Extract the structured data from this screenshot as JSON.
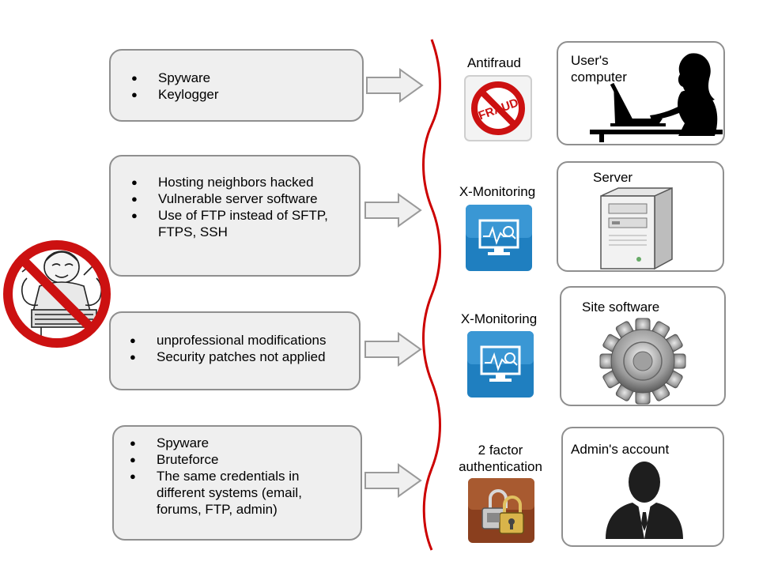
{
  "threats": [
    {
      "items": [
        "Spyware",
        "Keylogger"
      ]
    },
    {
      "items": [
        "Hosting neighbors hacked",
        "Vulnerable server software",
        "Use of FTP instead of SFTP, FTPS, SSH"
      ]
    },
    {
      "items": [
        "unprofessional modifications",
        "Security patches not applied"
      ]
    },
    {
      "items": [
        "Spyware",
        "Bruteforce",
        "The same credentials in different systems (email, forums, FTP, admin)"
      ]
    }
  ],
  "protections": [
    {
      "label": "Antifraud",
      "icon": "no-fraud-icon",
      "icon_text": "FRAUD"
    },
    {
      "label": "X-Monitoring",
      "icon": "monitoring-icon"
    },
    {
      "label": "X-Monitoring",
      "icon": "monitoring-icon"
    },
    {
      "label": "2 factor\nauthentication",
      "icon": "padlocks-icon"
    }
  ],
  "targets": [
    {
      "label": "User's\ncomputer",
      "icon": "woman-at-laptop-icon"
    },
    {
      "label": "Server",
      "icon": "server-tower-icon"
    },
    {
      "label": "Site software",
      "icon": "gear-icon"
    },
    {
      "label": "Admin's account",
      "icon": "user-silhouette-icon"
    }
  ],
  "colors": {
    "divider": "#cc0000",
    "prohibition": "#cc1111",
    "box_fill": "#efefef",
    "box_border": "#8f8f8f",
    "arrow_fill": "#f0f0f0",
    "arrow_stroke": "#9a9a9a",
    "monitor_blue": "#1f7fc0"
  },
  "decor": {
    "prohibited_hacker": "no-hacker-icon"
  }
}
